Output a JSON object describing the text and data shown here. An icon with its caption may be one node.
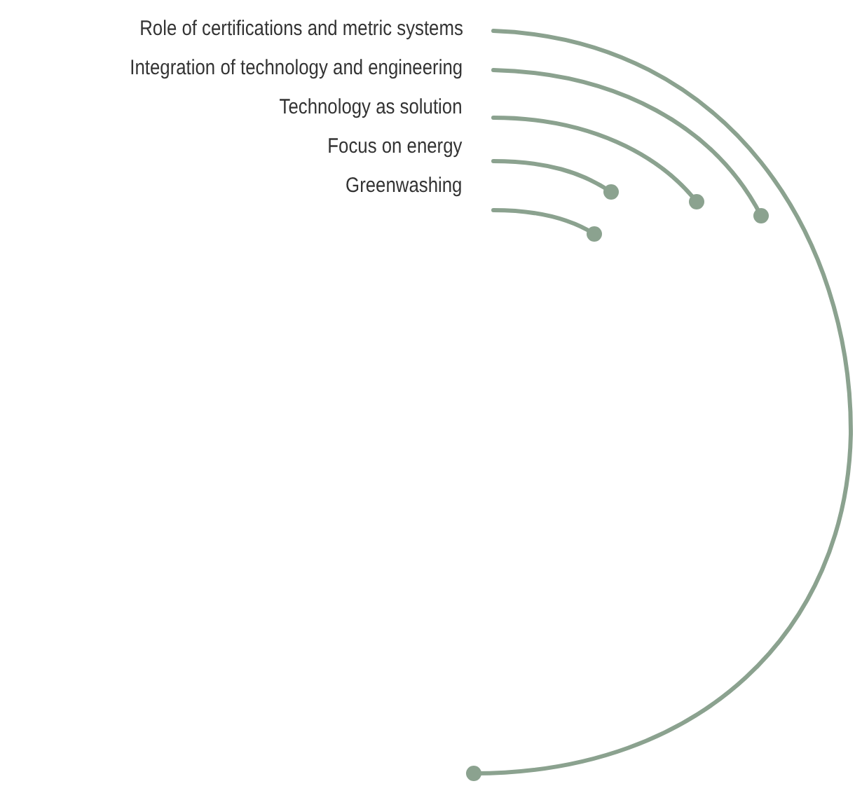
{
  "diagram": {
    "nodes": [
      {
        "text": [
          "Role of certifications and metric systems"
        ]
      },
      {
        "text": [
          "Integration of technology and engineering"
        ]
      },
      {
        "text": [
          "Technology as solution"
        ]
      },
      {
        "text": [
          "Focus on energy"
        ]
      },
      {
        "text": [
          "Greenwashing"
        ]
      }
    ],
    "edges": [
      {
        "from": 0,
        "to": null,
        "arrow": "other"
      },
      {
        "from": 1,
        "to": null,
        "arrow": "other"
      },
      {
        "from": 2,
        "to": null,
        "arrow": "other"
      },
      {
        "from": 3,
        "to": null,
        "arrow": "other"
      },
      {
        "from": 4,
        "to": null,
        "arrow": "other"
      }
    ]
  }
}
